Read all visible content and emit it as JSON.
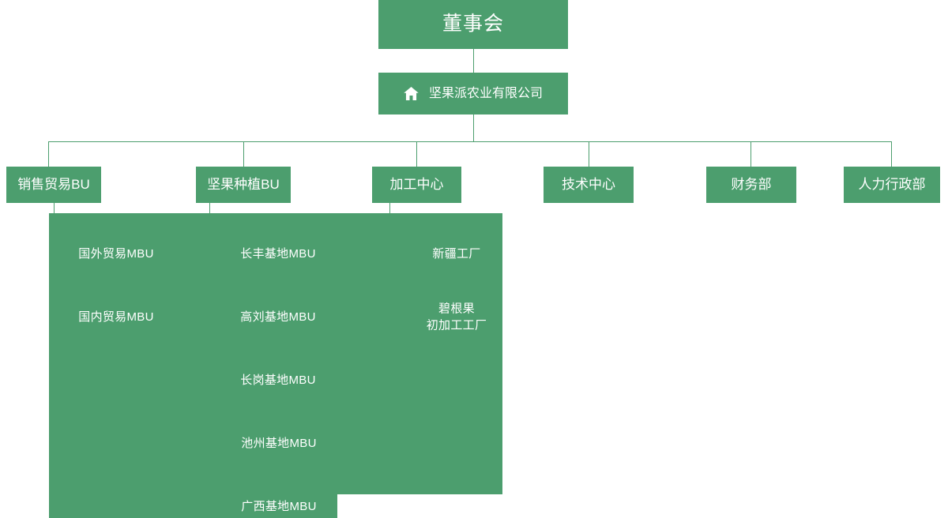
{
  "org_chart": {
    "type": "organization-hierarchy",
    "accent_color": "#4c9e6e",
    "text_color": "#ffffff",
    "background_color": "#ffffff",
    "root": {
      "label": "董事会"
    },
    "company": {
      "label": "坚果派农业有限公司",
      "icon": "home-icon"
    },
    "departments": [
      {
        "label": "销售贸易BU"
      },
      {
        "label": "坚果种植BU"
      },
      {
        "label": "加工中心"
      },
      {
        "label": "技术中心"
      },
      {
        "label": "财务部"
      },
      {
        "label": "人力行政部"
      }
    ],
    "columns": [
      {
        "parent": "销售贸易BU",
        "items": [
          {
            "label": "国外贸易MBU"
          },
          {
            "label": "国内贸易MBU"
          }
        ]
      },
      {
        "parent": "坚果种植BU",
        "items": [
          {
            "label": "长丰基地MBU"
          },
          {
            "label": "高刘基地MBU"
          },
          {
            "label": "长岗基地MBU"
          },
          {
            "label": "池州基地MBU"
          },
          {
            "label": "广西基地MBU"
          }
        ]
      },
      {
        "parent": "加工中心",
        "items": [
          {
            "label": "新疆工厂"
          },
          {
            "label": "碧根果\n初加工工厂"
          }
        ]
      }
    ]
  }
}
